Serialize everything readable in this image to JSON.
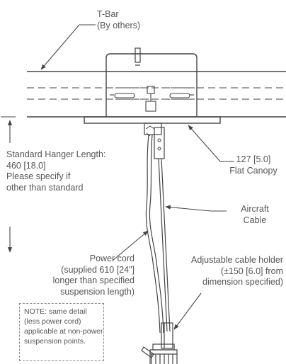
{
  "labels": {
    "tbar": [
      "T-Bar",
      "(By others)"
    ],
    "hanger": [
      "Standard Hanger Length:",
      "460 [18.0]",
      "Please specify if",
      "other than standard"
    ],
    "canopy": [
      "127 [5.0]",
      "Flat Canopy"
    ],
    "aircraft": [
      "Aircraft",
      "Cable"
    ],
    "power": [
      "Power cord",
      "(supplied 610 [24\"]",
      "longer than specified",
      "suspension length)"
    ],
    "holder": [
      "Adjustable cable holder",
      "(±150 [6.0] from",
      "dimension specified)"
    ]
  },
  "note": [
    "NOTE:    same detail",
    "(less power cord)",
    "applicable at non-power",
    "suspension points."
  ]
}
